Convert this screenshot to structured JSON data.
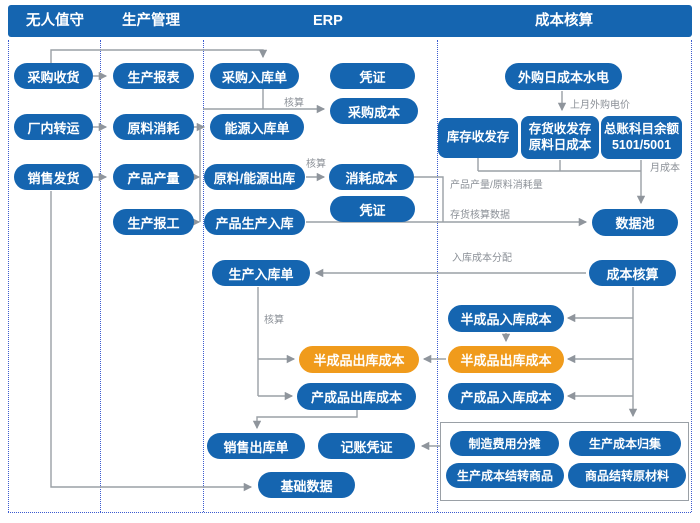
{
  "header": {
    "columns": [
      {
        "label": "无人值守"
      },
      {
        "label": "生产管理"
      },
      {
        "label": "ERP"
      },
      {
        "label": "成本核算"
      }
    ]
  },
  "colors": {
    "primary_blue": "#1565b0",
    "accent_orange": "#f09b1c",
    "connector_gray": "#9aa0a6",
    "label_gray": "#8b9097",
    "divider_blue": "#3b5bd0"
  },
  "nodes": {
    "purchase_receiving": "采购收货",
    "factory_transfer": "厂内转运",
    "sales_delivery": "销售发货",
    "production_report": "生产报表",
    "material_consumption": "原料消耗",
    "product_output": "产品产量",
    "production_reporting": "生产报工",
    "purchase_inbound_order": "采购入库单",
    "energy_inbound_order": "能源入库单",
    "material_energy_outbound": "原料/能源出库",
    "product_production_inbound": "产品生产入库",
    "production_inbound_order": "生产入库单",
    "sales_outbound_order": "销售出库单",
    "voucher_1": "凭证",
    "purchase_cost": "采购成本",
    "consumption_cost": "消耗成本",
    "voucher_2": "凭证",
    "semi_finished_outbound_cost_erp": "半成品出库成本",
    "finished_goods_outbound_cost": "产成品出库成本",
    "bookkeeping_voucher": "记账凭证",
    "basic_data": "基础数据",
    "purchased_daily_cost_utilities": "外购日成本水电",
    "inventory_in_out_stock": "库存收发存",
    "stock_in_out_daily_line1": "存货收发存",
    "stock_in_out_daily_line2": "原料日成本",
    "gl_balance_line1": "总账科目余额",
    "gl_balance_line2": "5101/5001",
    "data_pool": "数据池",
    "cost_accounting": "成本核算",
    "semi_finished_inbound_cost": "半成品入库成本",
    "semi_finished_outbound_cost": "半成品出库成本",
    "finished_goods_inbound_cost": "产成品入库成本",
    "manufacturing_cost_allocation": "制造费用分摊",
    "production_cost_collection": "生产成本归集",
    "production_cost_to_goods": "生产成本结转商品",
    "goods_to_raw_materials": "商品结转原材料"
  },
  "edge_labels": {
    "hesuan_1": "核算",
    "hesuan_2": "核算",
    "hesuan_3": "核算",
    "last_month_power_price": "上月外购电价",
    "monthly_cost": "月成本",
    "output_and_consumption": "产品产量/原料消耗量",
    "inventory_accounting_data": "存货核算数据",
    "inbound_cost_allocation": "入库成本分配"
  }
}
